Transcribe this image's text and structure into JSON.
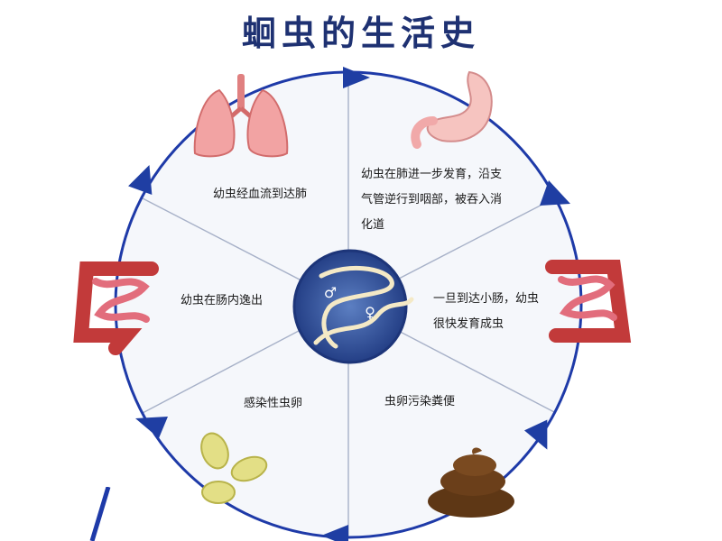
{
  "title": "蛔虫的生活史",
  "colors": {
    "ring": "#1e3aa8",
    "arrow": "#1f3ea3",
    "wheel_bg": "#f5f7fb",
    "spoke": "#9aa7c3",
    "hub_outer": "#1d3579",
    "hub_inner": "#3f63ad",
    "worm": "#f4e9c6",
    "title": "#1e3172"
  },
  "center_symbols": {
    "male": "♂",
    "female": "♀"
  },
  "stages": [
    {
      "id": "lungs",
      "icon": "lungs-icon",
      "text": "幼虫经血流到达肺"
    },
    {
      "id": "stomach",
      "icon": "stomach-icon",
      "text": [
        "幼虫在肺进一步发育，沿支",
        "气管逆行到咽部，被吞入消",
        "化道"
      ]
    },
    {
      "id": "intestine-right",
      "icon": "intestine-icon",
      "text": [
        "一旦到达小肠，幼虫",
        "很快发育成虫"
      ]
    },
    {
      "id": "feces",
      "icon": "feces-icon",
      "text": "虫卵污染粪便"
    },
    {
      "id": "eggs",
      "icon": "eggs-icon",
      "text": "感染性虫卵"
    },
    {
      "id": "intestine-left",
      "icon": "intestine-icon",
      "text": "幼虫在肠内逸出"
    }
  ]
}
